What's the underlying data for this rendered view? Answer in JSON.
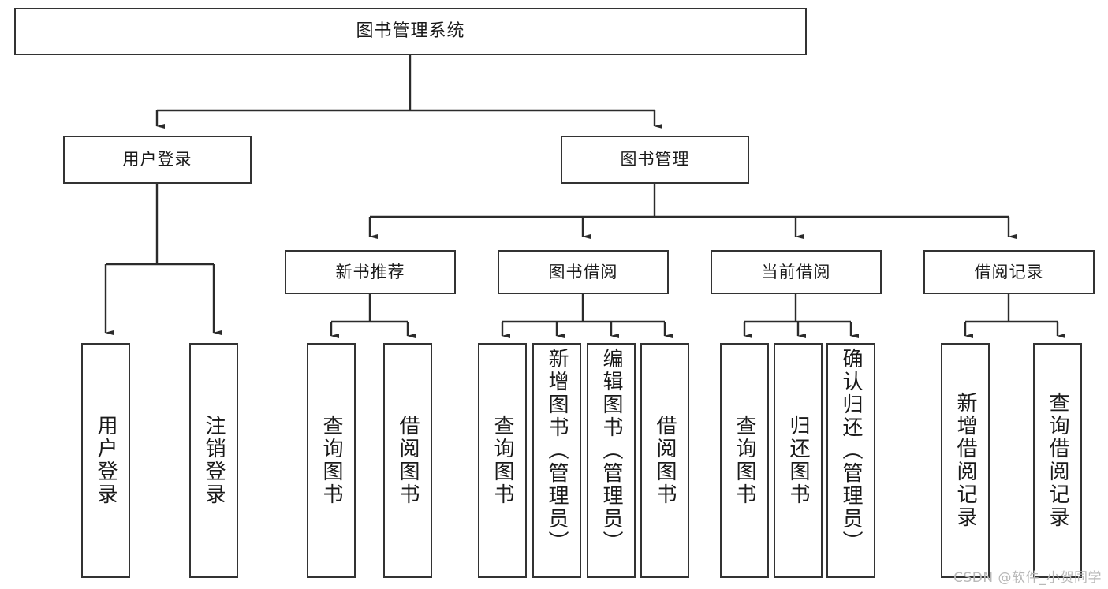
{
  "diagram": {
    "title_node": {
      "label": "图书管理系统"
    },
    "level2": [
      {
        "label": "用户登录"
      },
      {
        "label": "图书管理"
      }
    ],
    "level3": [
      {
        "label": "新书推荐"
      },
      {
        "label": "图书借阅"
      },
      {
        "label": "当前借阅"
      },
      {
        "label": "借阅记录"
      }
    ],
    "leaves": {
      "user_login": [
        {
          "label": "用户登录"
        },
        {
          "label": "注销登录"
        }
      ],
      "new_book_recommend": [
        {
          "label": "查询图书"
        },
        {
          "label": "借阅图书"
        }
      ],
      "book_borrow": [
        {
          "label": "查询图书"
        },
        {
          "label": "新增图书（管理员）"
        },
        {
          "label": "编辑图书（管理员）"
        },
        {
          "label": "借阅图书"
        }
      ],
      "current_borrow": [
        {
          "label": "查询图书"
        },
        {
          "label": "归还图书"
        },
        {
          "label": "确认归还（管理员）"
        }
      ],
      "borrow_record": [
        {
          "label": "新增借阅记录"
        },
        {
          "label": "查询借阅记录"
        }
      ]
    }
  },
  "watermark": {
    "text": "CSDN @软件_小贺同学"
  },
  "colors": {
    "border": "#333333",
    "background": "#ffffff",
    "text": "#1a1a1a",
    "watermark": "#b8b8b8"
  }
}
